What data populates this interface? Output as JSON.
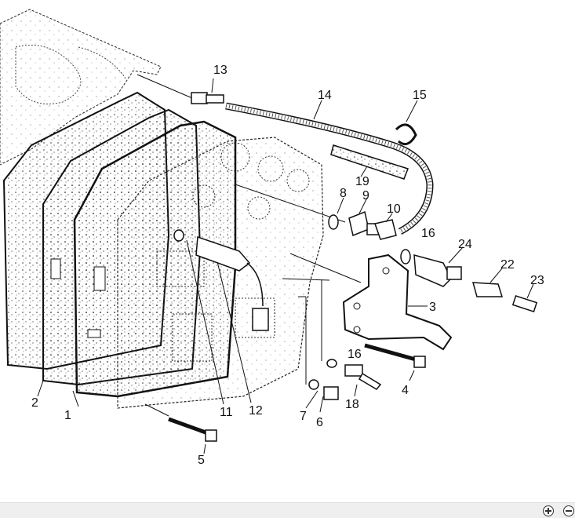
{
  "diagram": {
    "callouts": [
      {
        "id": "c1",
        "text": "1"
      },
      {
        "id": "c2",
        "text": "2"
      },
      {
        "id": "c3",
        "text": "3"
      },
      {
        "id": "c4",
        "text": "4"
      },
      {
        "id": "c5",
        "text": "5"
      },
      {
        "id": "c6",
        "text": "6"
      },
      {
        "id": "c7",
        "text": "7"
      },
      {
        "id": "c8",
        "text": "8"
      },
      {
        "id": "c9",
        "text": "9"
      },
      {
        "id": "c10",
        "text": "10"
      },
      {
        "id": "c11",
        "text": "11"
      },
      {
        "id": "c12",
        "text": "12"
      },
      {
        "id": "c13",
        "text": "13"
      },
      {
        "id": "c14",
        "text": "14"
      },
      {
        "id": "c15",
        "text": "15"
      },
      {
        "id": "c16a",
        "text": "16"
      },
      {
        "id": "c16b",
        "text": "16"
      },
      {
        "id": "c18",
        "text": "18"
      },
      {
        "id": "c19",
        "text": "19"
      },
      {
        "id": "c22",
        "text": "22"
      },
      {
        "id": "c23",
        "text": "23"
      },
      {
        "id": "c24",
        "text": "24"
      }
    ]
  },
  "toolbar": {
    "zoom_in_icon": "zoom-in-icon",
    "zoom_out_icon": "zoom-out-icon"
  },
  "colors": {
    "line": "#111111",
    "background": "#ffffff",
    "toolbar_bg": "#efefef"
  }
}
